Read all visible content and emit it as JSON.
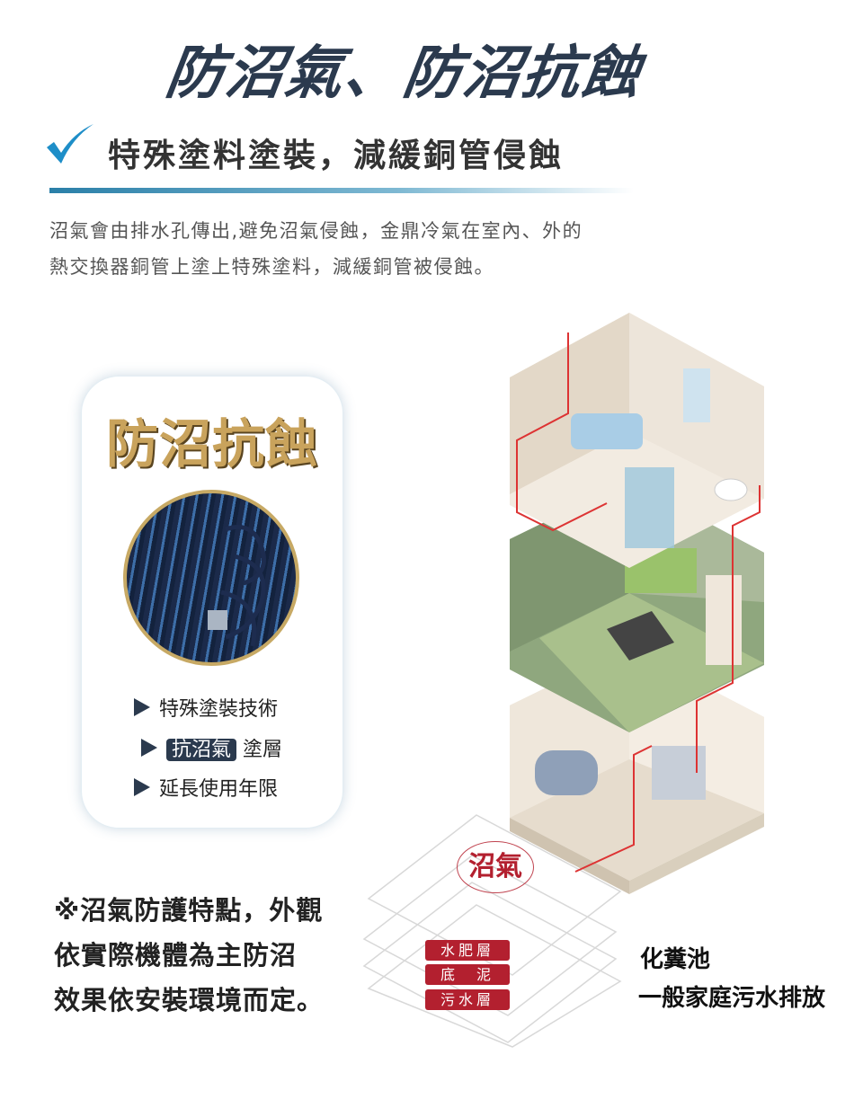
{
  "header": {
    "title": "防沼氣、防沼抗蝕",
    "subtitle": "特殊塗料塗裝，減緩銅管侵蝕",
    "check_icon": "checkmark-icon"
  },
  "description": [
    "沼氣會由排水孔傳出,避免沼氣侵蝕，金鼎冷氣在室內、外的",
    "熱交換器銅管上塗上特殊塗料，減緩銅管被侵蝕。"
  ],
  "card": {
    "title": "防沼抗蝕",
    "bullets": [
      {
        "text": "特殊塗裝技術"
      },
      {
        "tag": "抗沼氣",
        "text": "塗層"
      },
      {
        "text": "延長使用年限"
      }
    ]
  },
  "note": [
    "※沼氣防護特點，外觀",
    "依實際機體為主防沼",
    "效果依安裝環境而定。"
  ],
  "diagram": {
    "gas_label": "沼氣",
    "layers": [
      "水肥層",
      "底　泥",
      "污水層"
    ],
    "septic_title": "化糞池",
    "septic_desc": "一般家庭污水排放"
  },
  "colors": {
    "navy": "#2b3a4e",
    "accent_blue": "#1e8ec8",
    "gold": "#c9a35c",
    "red": "#b3202f"
  }
}
